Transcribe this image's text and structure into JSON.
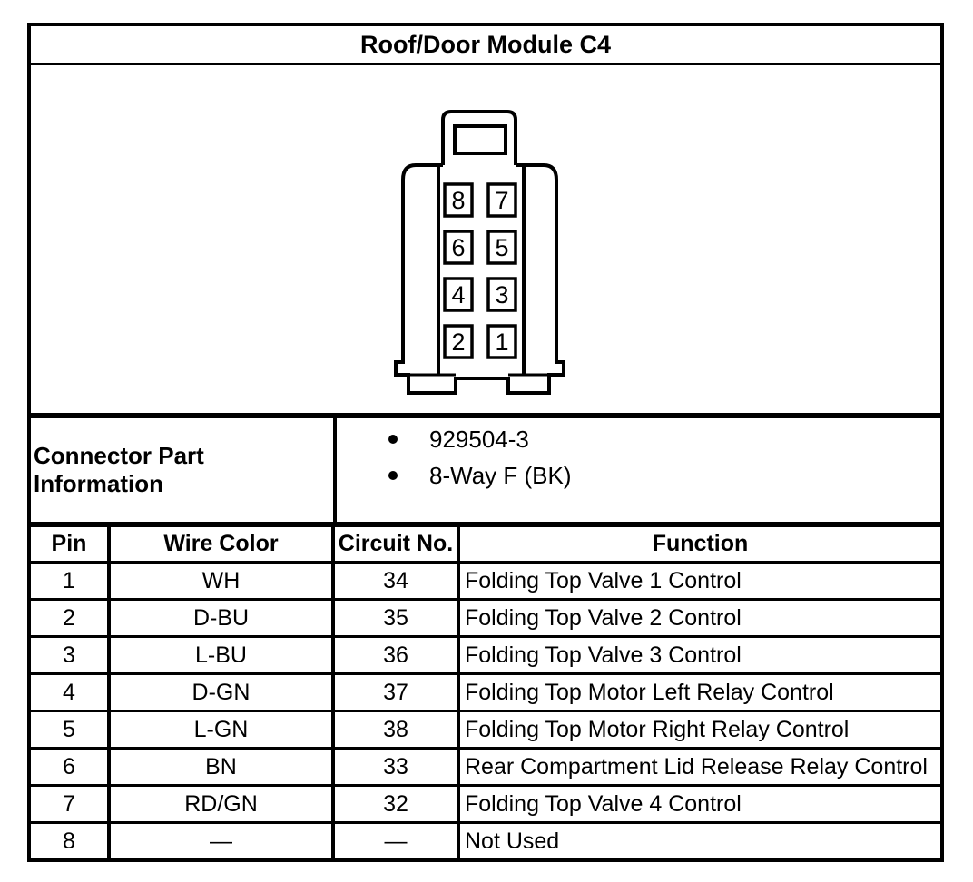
{
  "title": "Roof/Door Module C4",
  "connector": {
    "pins_layout": [
      [
        "8",
        "7"
      ],
      [
        "6",
        "5"
      ],
      [
        "4",
        "3"
      ],
      [
        "2",
        "1"
      ]
    ]
  },
  "part_info": {
    "label": "Connector Part Information",
    "items": [
      "929504-3",
      "8-Way F (BK)"
    ]
  },
  "pin_table": {
    "headers": [
      "Pin",
      "Wire Color",
      "Circuit No.",
      "Function"
    ],
    "rows": [
      {
        "pin": "1",
        "wire": "WH",
        "circuit": "34",
        "function": "Folding Top Valve 1 Control"
      },
      {
        "pin": "2",
        "wire": "D-BU",
        "circuit": "35",
        "function": "Folding Top Valve 2 Control"
      },
      {
        "pin": "3",
        "wire": "L-BU",
        "circuit": "36",
        "function": "Folding Top Valve 3 Control"
      },
      {
        "pin": "4",
        "wire": "D-GN",
        "circuit": "37",
        "function": "Folding Top Motor Left Relay Control"
      },
      {
        "pin": "5",
        "wire": "L-GN",
        "circuit": "38",
        "function": "Folding Top Motor Right Relay Control"
      },
      {
        "pin": "6",
        "wire": "BN",
        "circuit": "33",
        "function": "Rear Compartment Lid Release Relay Control"
      },
      {
        "pin": "7",
        "wire": "RD/GN",
        "circuit": "32",
        "function": "Folding Top Valve 4 Control"
      },
      {
        "pin": "8",
        "wire": "—",
        "circuit": "—",
        "function": "Not Used"
      }
    ]
  },
  "colors": {
    "ink": "#000000",
    "paper": "#ffffff"
  }
}
